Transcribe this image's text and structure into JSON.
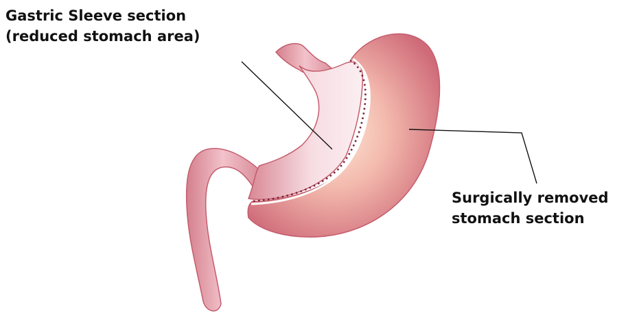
{
  "labels": {
    "sleeve": {
      "line1": "Gastric Sleeve section",
      "line2": "(reduced stomach area)"
    },
    "removed": {
      "line1": "Surgically removed",
      "line2": "stomach section"
    }
  },
  "colors": {
    "removed_fill_center": "#fde4d4",
    "removed_fill_edge": "#d87784",
    "sleeve_fill_light": "#fbeaef",
    "sleeve_fill_dark": "#d98a97",
    "tube_fill": "#e6a3ad",
    "outline": "#b7485a",
    "staple": "#7a2436",
    "leader": "#111111"
  }
}
